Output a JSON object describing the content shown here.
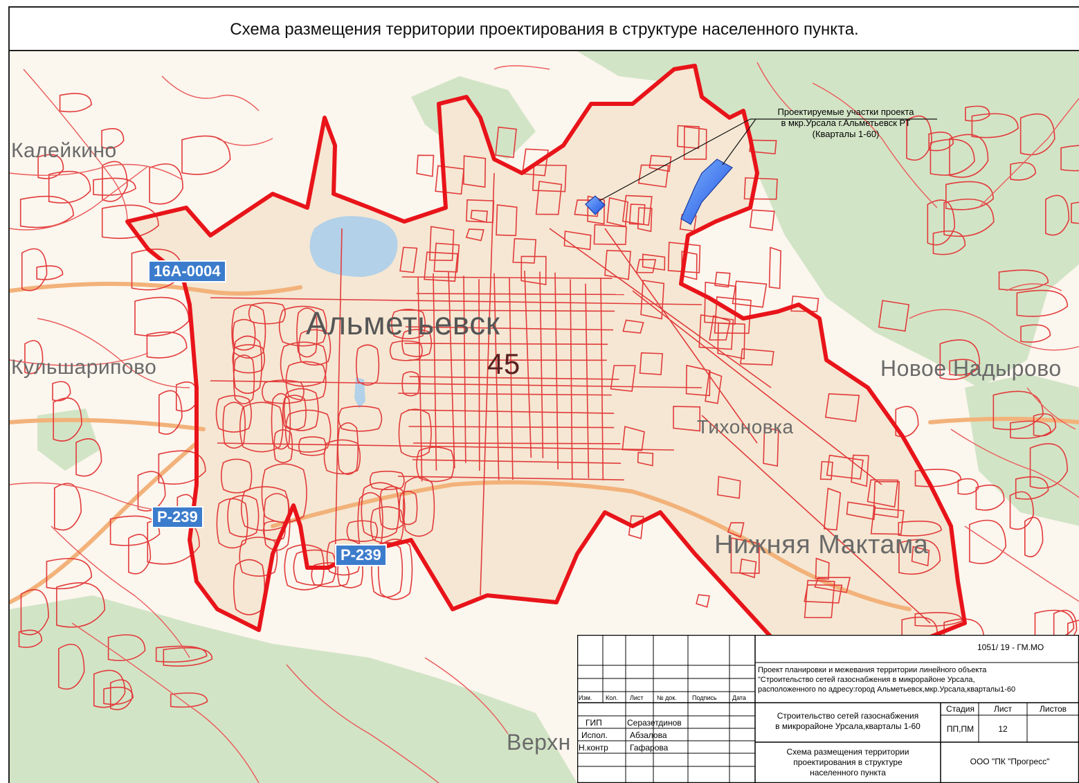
{
  "title": "Схема размещения территории проектирования в структуре населенного пункта.",
  "map": {
    "city_label": "Альметьевск",
    "district_number": "45",
    "places": [
      {
        "id": "kaleikino",
        "label": "Калейкино"
      },
      {
        "id": "kulsharipovo",
        "label": "Кульшарипово"
      },
      {
        "id": "novoe-nadyrovo",
        "label": "Новое Надырово"
      },
      {
        "id": "tikhonovka",
        "label": "Тихоновка"
      },
      {
        "id": "nizhnyaya-maktama",
        "label": "Нижняя Мактама"
      },
      {
        "id": "verkhnyaya",
        "label": "Верхн"
      }
    ],
    "road_shields": [
      {
        "id": "road-16a",
        "label": "16А-0004"
      },
      {
        "id": "road-p239-a",
        "label": "Р-239"
      },
      {
        "id": "road-p239-b",
        "label": "Р-239"
      }
    ],
    "callout": {
      "line1": "Проектируемые участки проекта",
      "line2": "в мкр.Урсала г.Альметьевск РТ",
      "line3": "(Кварталы 1-60)"
    },
    "colors": {
      "boundary": "#e8141a",
      "street": "#e03030",
      "water": "#b5d3ea",
      "forest": "#cfe3c3",
      "urban": "#f6ead8",
      "plot": "#2a5fe0"
    }
  },
  "stamp": {
    "doc_code": "1051/ 19 - ГМ.МО",
    "project_title": "Проект планировки и межевания территории линейного объекта \"Строительство сетей газоснабжения в микрорайоне Урсала, расположенного по адресу:город Альметьевск,мкр.Урсала,кварталы1-60",
    "project_lines": [
      "Проект планировки и межевания территории линейного объекта",
      "\"Строительство сетей газоснабжения в  микрорайоне Урсала,",
      "расположенного по адресу:город Альметьевск,мкр.Урсала,кварталы1-60"
    ],
    "headers": [
      "Изм.",
      "Кол.",
      "Лист",
      "№ док.",
      "Подпись",
      "Дата"
    ],
    "people": [
      {
        "role": "ГИП",
        "name": "Серазетдинов"
      },
      {
        "role": "Испол.",
        "name": "Абзалова"
      },
      {
        "role": "Н.контр",
        "name": "Гафарова"
      }
    ],
    "object_lines": [
      "Строительство сетей газоснабжения",
      "в  микрорайоне Урсала,кварталы 1-60"
    ],
    "stage_label": "Стадия",
    "sheet_label": "Лист",
    "sheets_label": "Листов",
    "stage": "ПП,ПМ",
    "sheet": "12",
    "sheets": "",
    "drawing_lines": [
      "Схема размещения территории",
      "проектирования в структуре",
      "населенного пункта"
    ],
    "org": "ООО \"ПК \"Прогресс\""
  }
}
